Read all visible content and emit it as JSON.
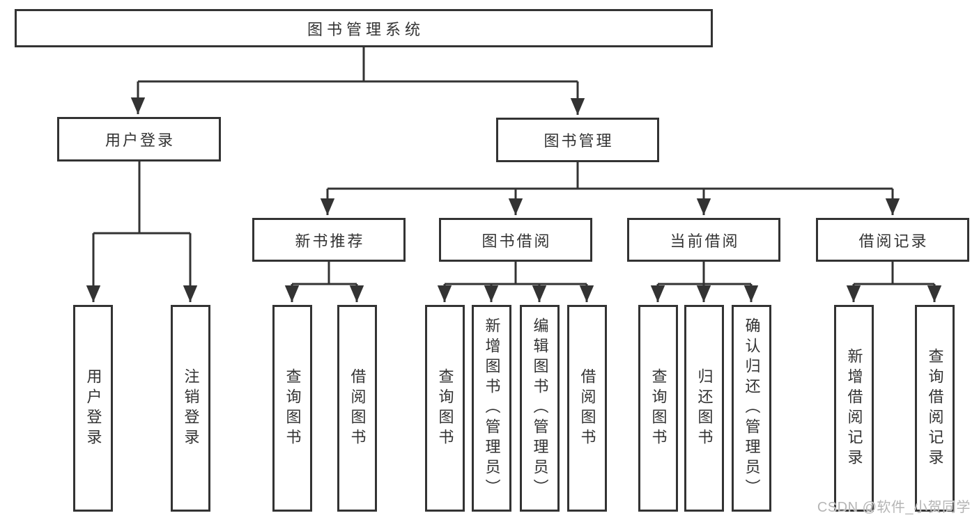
{
  "diagram_title": "图书管理系统",
  "tree": {
    "root": "图书管理系统",
    "branches": [
      {
        "label": "用户登录",
        "children": [
          "用户登录",
          "注销登录"
        ]
      },
      {
        "label": "图书管理",
        "children": [
          {
            "label": "新书推荐",
            "children": [
              "查询图书",
              "借阅图书"
            ]
          },
          {
            "label": "图书借阅",
            "children": [
              "查询图书",
              "新增图书（管理员）",
              "编辑图书（管理员）",
              "借阅图书"
            ]
          },
          {
            "label": "当前借阅",
            "children": [
              "查询图书",
              "归还图书",
              "确认归还（管理员）"
            ]
          },
          {
            "label": "借阅记录",
            "children": [
              "新增借阅记录",
              "查询借阅记录"
            ]
          }
        ]
      }
    ]
  },
  "watermark": "CSDN @软件_小贺同学",
  "colors": {
    "line": "#333333",
    "box_border": "#333333",
    "box_fill": "#ffffff",
    "text": "#333333",
    "watermark": "#b5b5b5",
    "background": "#ffffff"
  }
}
